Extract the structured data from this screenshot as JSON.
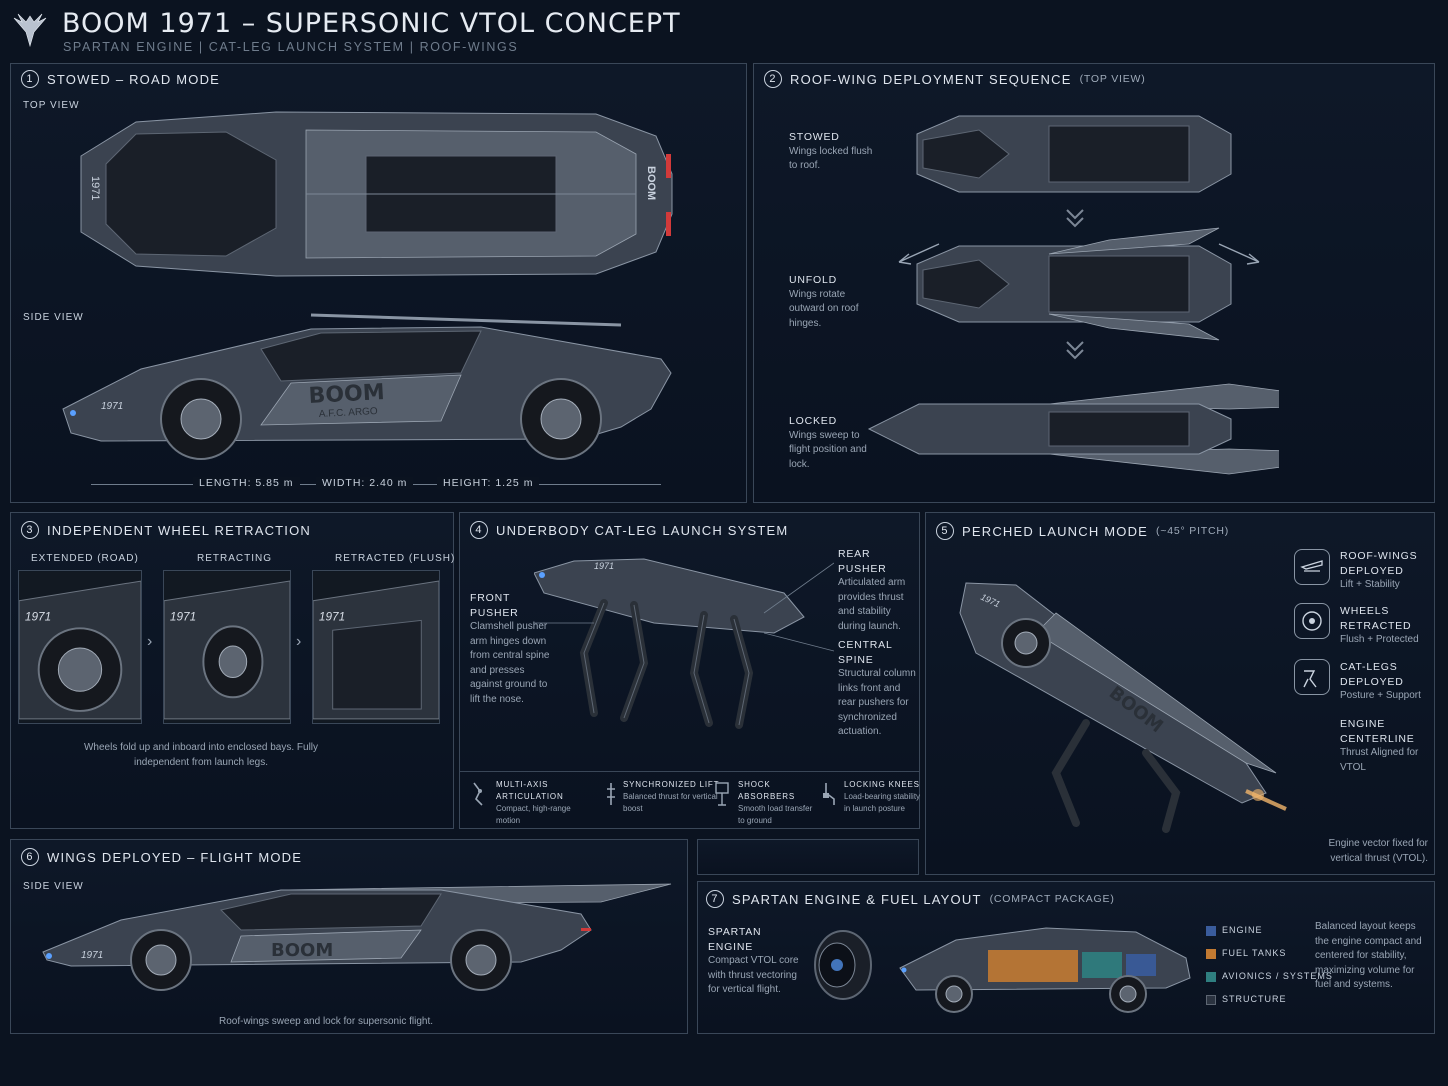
{
  "header": {
    "title": "BOOM 1971 – SUPERSONIC VTOL CONCEPT",
    "subtitle": "SPARTAN ENGINE | CAT-LEG LAUNCH SYSTEM | ROOF-WINGS"
  },
  "p1": {
    "num": "1",
    "title": "STOWED – ROAD MODE",
    "top_view": "TOP VIEW",
    "side_view": "SIDE VIEW",
    "boom": "BOOM",
    "argo": "A.F.C. ARGO",
    "badge": "1971",
    "length": "LENGTH: 5.85 m",
    "width": "WIDTH: 2.40 m",
    "height": "HEIGHT: 1.25 m"
  },
  "p2": {
    "num": "2",
    "title": "ROOF-WING DEPLOYMENT SEQUENCE",
    "title_small": "(TOP VIEW)",
    "steps": [
      {
        "head": "STOWED",
        "text": "Wings locked flush to roof."
      },
      {
        "head": "UNFOLD",
        "text": "Wings rotate outward on roof hinges."
      },
      {
        "head": "LOCKED",
        "text": "Wings sweep to flight position and lock."
      }
    ]
  },
  "p3": {
    "num": "3",
    "title": "INDEPENDENT WHEEL RETRACTION",
    "frames": [
      "EXTENDED (ROAD)",
      "RETRACTING",
      "RETRACTED (FLUSH)"
    ],
    "caption": "Wheels fold up and inboard into enclosed bays. Fully independent from launch legs."
  },
  "p4": {
    "num": "4",
    "title": "UNDERBODY CAT-LEG LAUNCH SYSTEM",
    "front_head": "FRONT PUSHER",
    "front_text": "Clamshell pusher arm hinges down from central spine and presses against ground to lift the nose.",
    "rear_head": "REAR PUSHER",
    "rear_text": "Articulated arm provides thrust and stability during launch.",
    "spine_head": "CENTRAL SPINE",
    "spine_text": "Structural column links front and rear pushers for synchronized actuation.",
    "features": [
      {
        "head": "MULTI-AXIS ARTICULATION",
        "text": "Compact, high-range motion"
      },
      {
        "head": "SYNCHRONIZED LIFT",
        "text": "Balanced thrust for vertical boost"
      },
      {
        "head": "SHOCK ABSORBERS",
        "text": "Smooth load transfer to ground"
      },
      {
        "head": "LOCKING KNEES",
        "text": "Load-bearing stability in launch posture"
      }
    ]
  },
  "p5": {
    "num": "5",
    "title": "PERCHED LAUNCH MODE",
    "title_small": "(~45° PITCH)",
    "items": [
      {
        "head": "ROOF-WINGS DEPLOYED",
        "text": "Lift + Stability"
      },
      {
        "head": "WHEELS RETRACTED",
        "text": "Flush + Protected"
      },
      {
        "head": "CAT-LEGS DEPLOYED",
        "text": "Posture + Support"
      },
      {
        "head": "ENGINE CENTERLINE",
        "text": "Thrust Aligned for VTOL"
      }
    ],
    "note": "Engine vector fixed for vertical thrust (VTOL)."
  },
  "p6": {
    "num": "6",
    "title": "WINGS DEPLOYED – FLIGHT MODE",
    "side_view": "SIDE VIEW",
    "caption": "Roof-wings sweep and lock for supersonic flight."
  },
  "p7": {
    "num": "7",
    "title": "SPARTAN ENGINE & FUEL LAYOUT",
    "title_small": "(COMPACT PACKAGE)",
    "engine_head": "SPARTAN ENGINE",
    "engine_text": "Compact VTOL core with thrust vectoring for vertical flight.",
    "legend": [
      {
        "label": "ENGINE",
        "color": "#3a5c9c"
      },
      {
        "label": "FUEL TANKS",
        "color": "#c27a32"
      },
      {
        "label": "AVIONICS / SYSTEMS",
        "color": "#2f7f80"
      },
      {
        "label": "STRUCTURE",
        "color": "#2b3340"
      }
    ],
    "note": "Balanced layout keeps the engine compact and centered for stability, maximizing volume for fuel and systems."
  },
  "colors": {
    "background": "#0b1320",
    "panel_border": "#3a4758",
    "tail_light": "#d23a3a",
    "thrust_glow": "#f2b56b",
    "accent_blue": "#5aa0ff"
  }
}
